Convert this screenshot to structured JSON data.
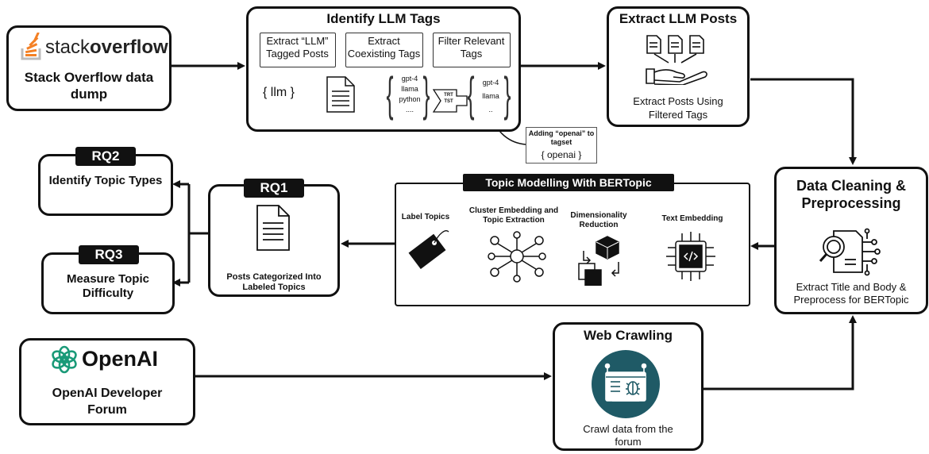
{
  "stackoverflow": {
    "logo_word_light": "stack",
    "logo_word_bold": "overflow",
    "caption": "Stack Overflow data dump"
  },
  "identify": {
    "title": "Identify LLM Tags",
    "step1": "Extract “LLM” Tagged Posts",
    "step2": "Extract Coexisting Tags",
    "step3": "Filter Relevant Tags",
    "input_tag": "{ llm }",
    "coexisting_tags": [
      "gpt-4",
      "llama",
      "python",
      "...."
    ],
    "filtered_tags": [
      "gpt-4",
      "llama",
      ".."
    ],
    "filter_label_1": "TRT",
    "filter_label_2": "TST"
  },
  "note": {
    "line": "Adding “openai” to tagset",
    "tag": "{ openai }"
  },
  "extract_posts": {
    "title": "Extract LLM Posts",
    "caption": "Extract Posts Using Filtered Tags"
  },
  "cleaning": {
    "title": "Data Cleaning & Preprocessing",
    "caption": "Extract Title and Body & Preprocess for BERTopic"
  },
  "bertopic": {
    "title": "Topic Modelling With BERTopic",
    "label_topics": "Label Topics",
    "cluster": "Cluster Embedding and Topic Extraction",
    "dimred": "Dimensionality Reduction",
    "embedding": "Text Embedding"
  },
  "rq1": {
    "badge": "RQ1",
    "caption": "Posts Categorized Into Labeled Topics"
  },
  "rq2": {
    "badge": "RQ2",
    "caption": "Identify Topic Types"
  },
  "rq3": {
    "badge": "RQ3",
    "caption": "Measure Topic Difficulty"
  },
  "openai": {
    "logo": "OpenAI",
    "caption": "OpenAI Developer Forum",
    "logo_color": "#1a9a78"
  },
  "crawl": {
    "title": "Web Crawling",
    "caption": "Crawl data from the forum",
    "icon_color": "#1f5a66"
  },
  "colors": {
    "so_orange": "#f48024",
    "so_gray": "#bcbbbb"
  }
}
